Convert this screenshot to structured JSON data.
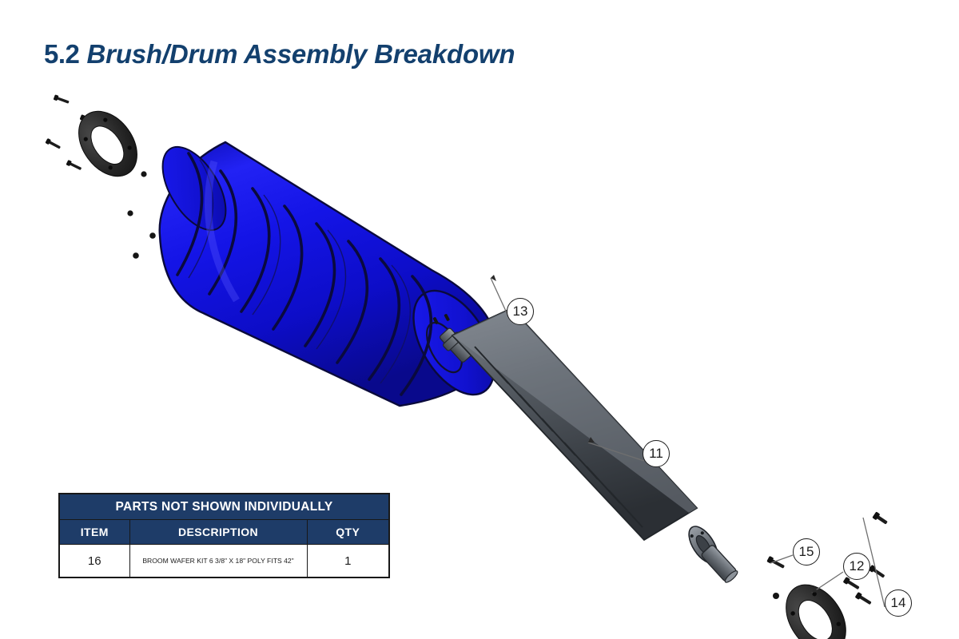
{
  "title": {
    "number": "5.2",
    "text": "Brush/Drum Assembly Breakdown",
    "color": "#13406e"
  },
  "diagram": {
    "type": "exploded-assembly-drawing",
    "subject": "brush / drum assembly",
    "components": [
      {
        "name": "broom-wafer-drum",
        "item": "13",
        "color": "#1414e6",
        "note": "blue poly wafer drum with helical bands"
      },
      {
        "name": "drum-core-shaft",
        "item": "11",
        "color": "#4a4f55",
        "note": "slotted steel core shaft with stub ends"
      },
      {
        "name": "mounting-flange-right",
        "item": "12",
        "color": "#262626",
        "note": "bolt flange / end plate with 4 holes"
      },
      {
        "name": "mounting-flange-left",
        "item": "12",
        "color": "#262626",
        "note": "bolt flange / end plate with 4 holes"
      },
      {
        "name": "hex-bolt",
        "item": "15",
        "color": "#1c1c1c"
      },
      {
        "name": "hex-nut",
        "item": "14",
        "color": "#1c1c1c"
      }
    ],
    "callouts": [
      {
        "id": "callout-13",
        "label": "13",
        "target": "broom-wafer-drum"
      },
      {
        "id": "callout-11",
        "label": "11",
        "target": "drum-core-shaft"
      },
      {
        "id": "callout-15",
        "label": "15",
        "target": "hex-bolt"
      },
      {
        "id": "callout-12",
        "label": "12",
        "target": "mounting-flange-right"
      },
      {
        "id": "callout-14",
        "label": "14",
        "target": "hex-nut"
      }
    ]
  },
  "parts_table": {
    "title": "PARTS NOT SHOWN INDIVIDUALLY",
    "columns": [
      "ITEM",
      "DESCRIPTION",
      "QTY"
    ],
    "header_bg": "#1e3c68",
    "rows": [
      {
        "item": "16",
        "description": "BROOM WAFER KIT 6 3/8\" X 18\" POLY FITS 42\"",
        "qty": "1"
      }
    ]
  }
}
